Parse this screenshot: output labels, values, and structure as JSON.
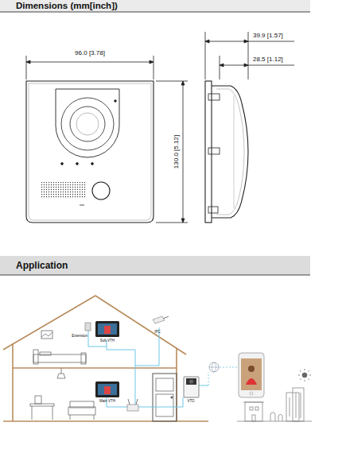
{
  "diagram": {
    "labels": [
      "Dimensions (mm[inch])",
      "96.0 [3.78]",
      "130.0 [5.12]",
      "39.9 [1.57]",
      "28.5 [1.12]",
      "Application",
      "Extension",
      "Sub VTH",
      "IPC",
      "Main VTH",
      "VTO"
    ]
  }
}
